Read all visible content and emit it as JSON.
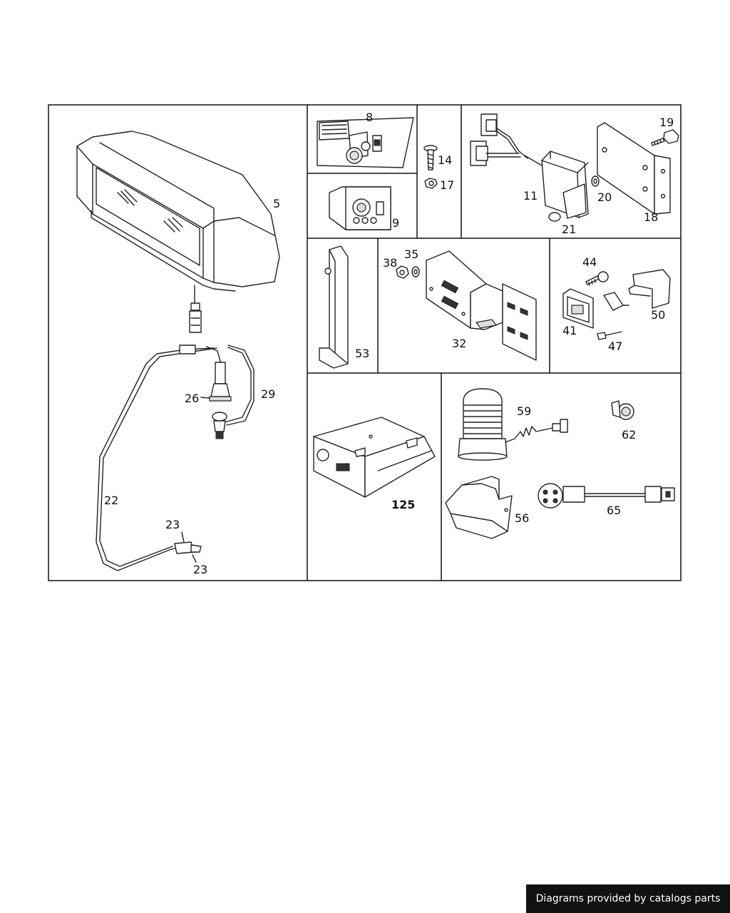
{
  "labels": {
    "p5": "5",
    "p8": "8",
    "p9": "9",
    "p11": "11",
    "p14": "14",
    "p17": "17",
    "p18": "18",
    "p19": "19",
    "p20": "20",
    "p21": "21",
    "p22": "22",
    "p23a": "23",
    "p23b": "23",
    "p26": "26",
    "p29": "29",
    "p32": "32",
    "p35": "35",
    "p38": "38",
    "p41": "41",
    "p44": "44",
    "p47": "47",
    "p50": "50",
    "p53": "53",
    "p56": "56",
    "p59": "59",
    "p62": "62",
    "p65": "65",
    "p125": "125"
  },
  "footer": {
    "credit": "Diagrams provided by catalogs parts"
  }
}
